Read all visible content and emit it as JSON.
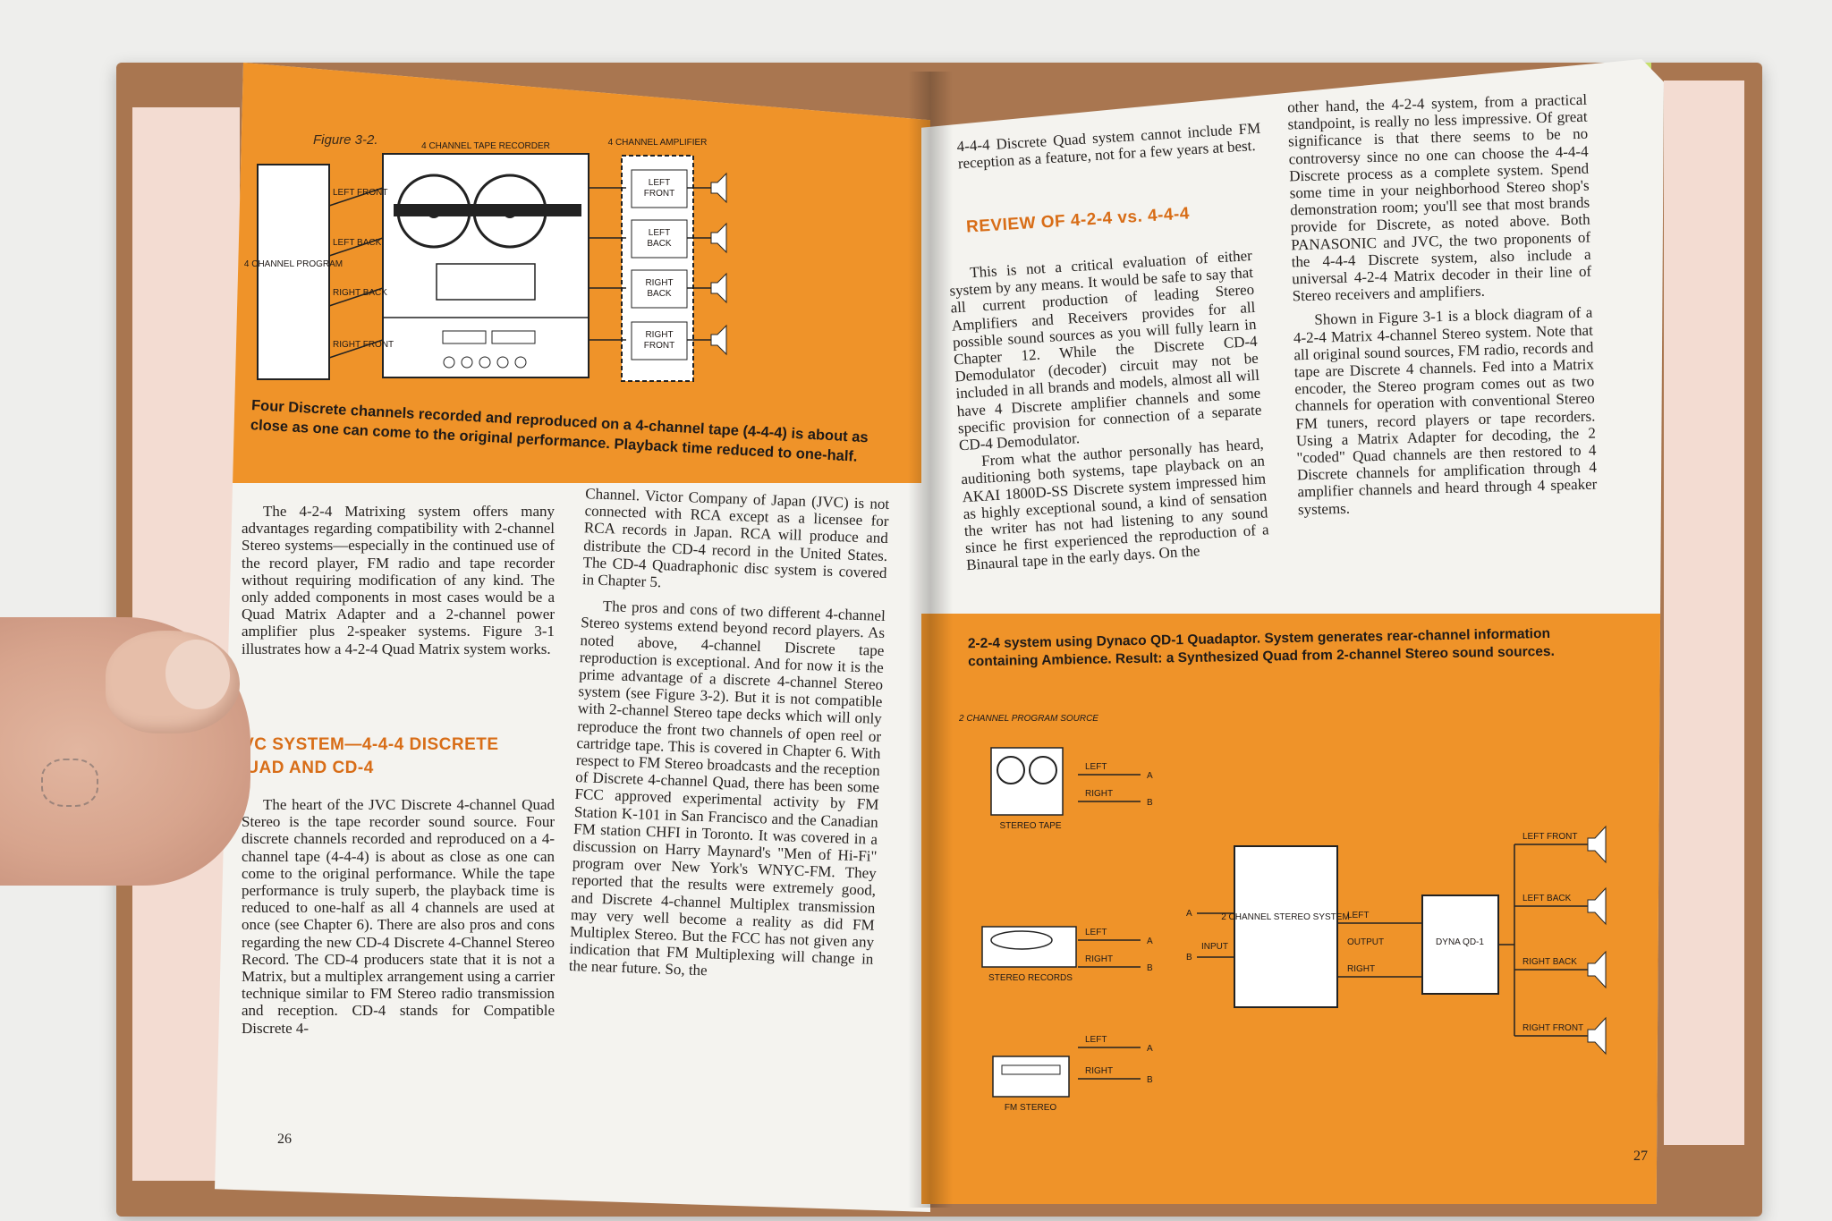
{
  "left_page": {
    "figure_label": "Figure 3-2.",
    "diagram": {
      "program_box": "4 CHANNEL PROGRAM",
      "recorder_title": "4 CHANNEL TAPE RECORDER",
      "amplifier_title": "4 CHANNEL AMPLIFIER",
      "inputs": [
        "LEFT FRONT",
        "LEFT BACK",
        "RIGHT BACK",
        "RIGHT FRONT"
      ],
      "outputs": [
        "LEFT FRONT",
        "LEFT BACK",
        "RIGHT BACK",
        "RIGHT FRONT"
      ]
    },
    "caption": "Four Discrete channels recorded and reproduced on a 4-channel tape (4-4-4) is about as close as one can come to the original performance. Playback time reduced to one-half.",
    "col1_para1": "The 4-2-4 Matrixing system offers many advantages regarding compatibility with 2-channel Stereo systems—especially in the continued use of the record player, FM radio and tape recorder without requiring modification of any kind. The only added components in most cases would be a Quad Matrix Adapter and a 2-channel power amplifier plus 2-speaker systems. Figure 3-1 illustrates how a 4-2-4 Quad Matrix system works.",
    "heading": "JVC SYSTEM—4-4-4 DISCRETE QUAD AND CD-4",
    "col1_para2": "The heart of the JVC Discrete 4-channel Quad Stereo is the tape recorder sound source. Four discrete channels recorded and reproduced on a 4-channel tape (4-4-4) is about as close as one can come to the original performance. While the tape performance is truly superb, the playback time is reduced to one-half as all 4 channels are used at once (see Chapter 6). There are also pros and cons regarding the new CD-4 Discrete 4-Channel Stereo Record. The CD-4 producers state that it is not a Matrix, but a multiplex arrangement using a carrier technique similar to FM Stereo radio transmission and reception. CD-4 stands for Compatible Discrete 4-",
    "col2_para1": "Channel. Victor Company of Japan (JVC) is not connected with RCA except as a licensee for RCA records in Japan. RCA will produce and distribute the CD-4 record in the United States. The CD-4 Quadraphonic disc system is covered in Chapter 5.",
    "col2_para2": "The pros and cons of two different 4-channel Stereo systems extend beyond record players. As noted above, 4-channel Discrete tape reproduction is exceptional. And for now it is the prime advantage of a discrete 4-channel Stereo system (see Figure 3-2). But it is not compatible with 2-channel Stereo tape decks which will only reproduce the front two channels of open reel or cartridge tape. This is covered in Chapter 6. With respect to FM Stereo broadcasts and the reception of Discrete 4-channel Quad, there has been some FCC approved experimental activity by FM Station K-101 in San Francisco and the Canadian FM station CHFI in Toronto. It was covered in a discussion on Harry Maynard's \"Men of Hi-Fi\" program over New York's WNYC-FM. They reported that the results were extremely good, and Discrete 4-channel Multiplex transmission may very well become a reality as did FM Multiplex Stereo. But the FCC has not given any indication that FM Multiplexing will change in the near future. So, the",
    "page_number": "26"
  },
  "right_page": {
    "col1_intro": "4-4-4 Discrete Quad system cannot include FM reception as a feature, not for a few years at best.",
    "heading": "REVIEW OF 4-2-4 vs. 4-4-4",
    "col1_para1": "This is not a critical evaluation of either system by any means. It would be safe to say that all current production of leading Stereo Amplifiers and Receivers provides for all possible sound sources as you will fully learn in Chapter 12. While the Discrete CD-4 Demodulator (decoder) circuit may not be included in all brands and models, almost all will have 4 Discrete amplifier channels and some specific provision for connection of a separate CD-4 Demodulator.",
    "col1_para2": "From what the author personally has heard, auditioning both systems, tape playback on an AKAI 1800D-SS Discrete system impressed him as highly exceptional sound, a kind of sensation the writer has not had listening to any sound since he first experienced the reproduction of a Binaural tape in the early days. On the",
    "col2_para1": "other hand, the 4-2-4 system, from a practical standpoint, is really no less impressive. Of great significance is that there seems to be no controversy since no one can choose the 4-4-4 Discrete process as a complete system. Spend some time in your neighborhood Stereo shop's demonstration room; you'll see that most brands provide for Discrete, as noted above. Both PANASONIC and JVC, the two proponents of the 4-4-4 Discrete system, also include a universal 4-2-4 Matrix decoder in their line of Stereo receivers and amplifiers.",
    "col2_para2": "Shown in Figure 3-1 is a block diagram of a 4-2-4 Matrix 4-channel Stereo system. Note that all original sound sources, FM radio, records and tape are Discrete 4 channels. Fed into a Matrix encoder, the Stereo program comes out as two channels for operation with conventional Stereo FM tuners, record players or tape recorders. Using a Matrix Adapter for decoding, the 2 \"coded\" Quad channels are then restored to 4 Discrete channels for amplification through 4 amplifier channels and heard through 4 speaker systems.",
    "caption": "2-2-4 system using Dynaco QD-1 Quadaptor. System generates rear-channel information containing Ambience. Result: a Synthesized Quad from 2-channel Stereo sound sources.",
    "diagram": {
      "source_title": "2 CHANNEL PROGRAM SOURCE",
      "sources": [
        "STEREO TAPE",
        "STEREO RECORDS",
        "FM STEREO"
      ],
      "left": "LEFT",
      "right": "RIGHT",
      "a": "A",
      "b": "B",
      "input": "INPUT",
      "stereo_box": "2 CHANNEL STEREO SYSTEM",
      "output": "OUTPUT",
      "dyna": "DYNA QD-1",
      "outputs": [
        "LEFT FRONT",
        "LEFT BACK",
        "RIGHT BACK",
        "RIGHT FRONT"
      ]
    },
    "page_number": "27"
  }
}
